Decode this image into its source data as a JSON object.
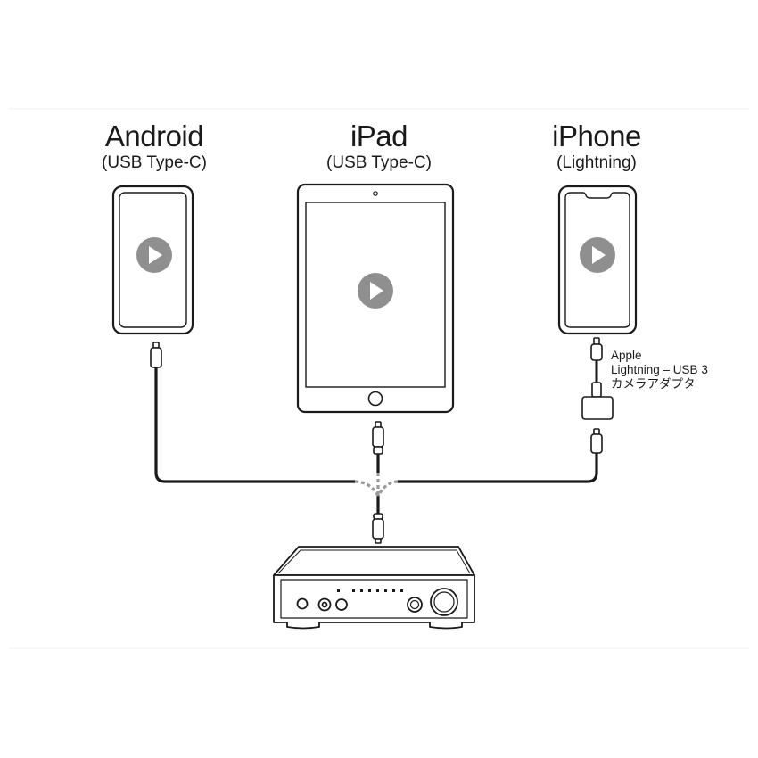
{
  "devices": {
    "android": {
      "name": "Android",
      "port": "(USB Type-C)"
    },
    "ipad": {
      "name": "iPad",
      "port": "(USB Type-C)"
    },
    "iphone": {
      "name": "iPhone",
      "port": "(Lightning)"
    }
  },
  "adapter": {
    "line1": "Apple",
    "line2": "Lightning – USB 3",
    "line3": "カメラアダプタ"
  },
  "colors": {
    "line": "#1a1a1a",
    "play_icon": "#8f8f8f",
    "screen_fill": "#ffffff",
    "cable_junction": "#9a9a9a"
  },
  "icons": [
    "play-icon",
    "usb-c-plug-icon",
    "lightning-plug-icon",
    "camera-adapter-icon",
    "amplifier-icon"
  ]
}
